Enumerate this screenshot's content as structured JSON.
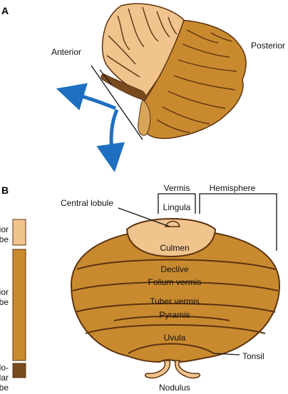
{
  "panel_a": {
    "letter": "A",
    "label_anterior": "Anterior",
    "label_posterior": "Posterior"
  },
  "panel_b": {
    "letter": "B",
    "vermis": "Vermis",
    "hemisphere": "Hemisphere",
    "central_lobule": "Central lobule",
    "lingula": "Lingula",
    "culmen": "Culmen",
    "declive": "Declive",
    "folium_vermis": "Folium vermis",
    "tuber_vermis": "Tuber vermis",
    "pyramis": "Pyramis",
    "uvula": "Uvula",
    "tonsil": "Tonsil",
    "nodulus": "Nodulus"
  },
  "legend": [
    {
      "line1": "Anterior",
      "line2": "lobe",
      "color": "#f1c48e"
    },
    {
      "line1": "Posterior",
      "line2": "lobe",
      "color": "#c98a2f"
    },
    {
      "line1": "Flocculo-",
      "line2": "nodular",
      "line3": "lobe",
      "color": "#7a4a1f"
    }
  ],
  "colors": {
    "anterior": "#f1c48e",
    "posterior": "#c98a2f",
    "flocculonodular": "#7a4a1f",
    "outline": "#5c3310",
    "arrow": "#1f6fc0"
  }
}
